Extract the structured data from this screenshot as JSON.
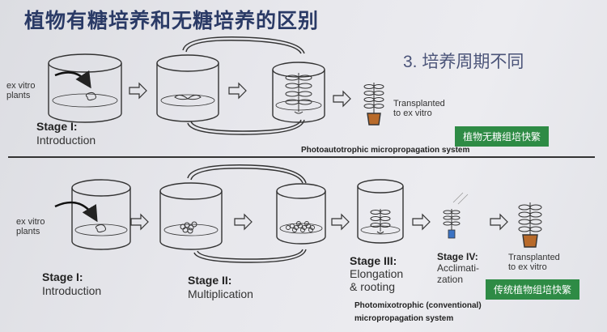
{
  "title": "植物有糖培养和无糖培养的区别",
  "subtitle": "3. 培养周期不同",
  "top": {
    "ex_vitro_label": [
      "ex vitro",
      "plants"
    ],
    "stage1_title": "Stage I:",
    "stage1_desc": "Introduction",
    "transplant_label": [
      "Transplanted",
      "to ex vitro"
    ],
    "system_label": "Photoautotrophic micropropagation system",
    "badge": "植物无糖组培快繁"
  },
  "bottom": {
    "ex_vitro_label": [
      "ex vitro",
      "plants"
    ],
    "stage1_title": "Stage I:",
    "stage1_desc": "Introduction",
    "stage2_title": "Stage II:",
    "stage2_desc": "Multiplication",
    "stage3_title": "Stage III:",
    "stage3_desc": [
      "Elongation",
      "& rooting"
    ],
    "stage4_title": "Stage IV:",
    "stage4_desc": [
      "Acclimati-",
      "zation"
    ],
    "transplant_label": [
      "Transplanted",
      "to ex vitro"
    ],
    "system_label": [
      "Photomixotrophic (conventional)",
      "micropropagation system"
    ],
    "badge": "传统植物组培快繁"
  },
  "colors": {
    "title": "#2a3a66",
    "badge_bg": "#2e8b45",
    "pot": "#b86a2a"
  }
}
